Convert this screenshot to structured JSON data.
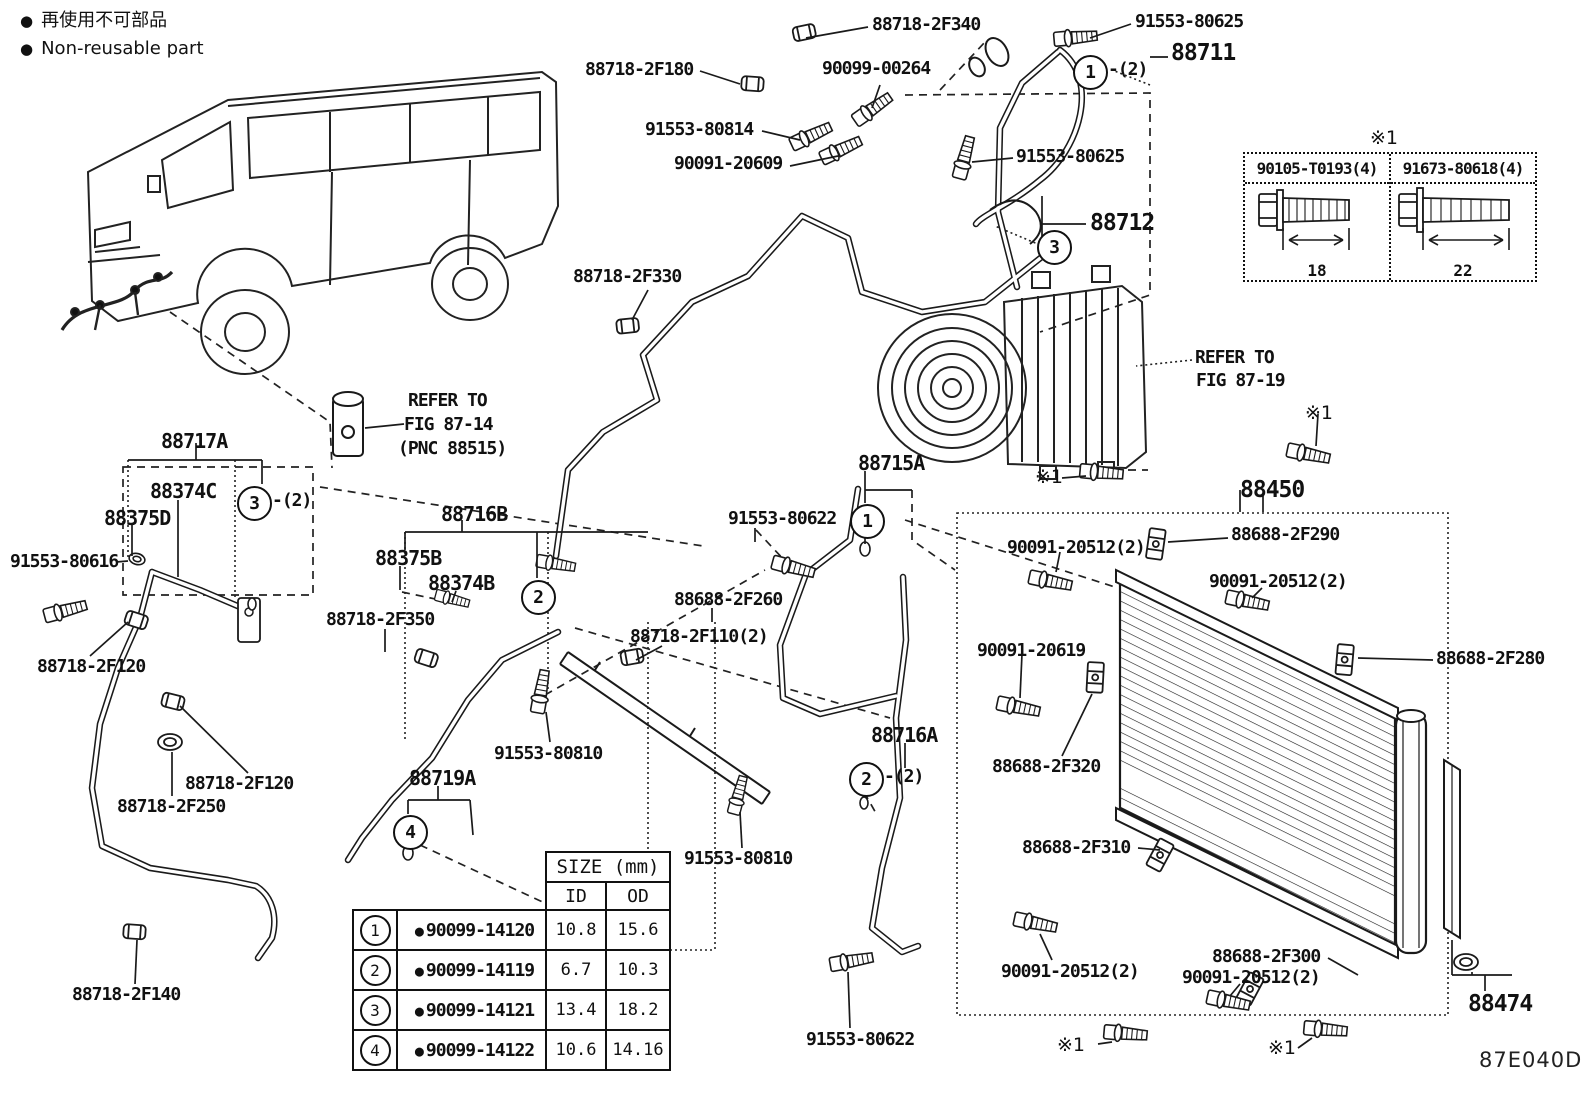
{
  "legend": {
    "bullet": "●",
    "jp": "再使用不可部品",
    "en": "Non-reusable part"
  },
  "drawing_code": "87E040D",
  "note_mark": "※1",
  "callout_suffix": "-(2)",
  "callouts": {
    "c1": "1",
    "c2": "2",
    "c3": "3",
    "c4": "4"
  },
  "refs": {
    "refer_to": "REFER TO",
    "fig_87_14": "FIG 87-14",
    "pnc_88515": "(PNC 88515)",
    "fig_87_19": "FIG 87-19"
  },
  "inset": {
    "left_part": "90105-T0193(4)",
    "right_part": "91673-80618(4)",
    "left_dim": "18",
    "right_dim": "22"
  },
  "parts": {
    "p88718_2F340": "88718-2F340",
    "p91553_80625": "91553-80625",
    "p88718_2F180": "88718-2F180",
    "p90099_00264": "90099-00264",
    "p88711": "88711",
    "p91553_80814": "91553-80814",
    "p90091_20609": "90091-20609",
    "p88712": "88712",
    "p88718_2F330": "88718-2F330",
    "p88717A": "88717A",
    "p88374C": "88374C",
    "p88375D": "88375D",
    "p91553_80616": "91553-80616",
    "p88718_2F120": "88718-2F120",
    "p88718_2F250": "88718-2F250",
    "p88718_2F140": "88718-2F140",
    "p88716B": "88716B",
    "p88375B": "88375B",
    "p88374B": "88374B",
    "p88718_2F350": "88718-2F350",
    "p91553_80810": "91553-80810",
    "p88719A": "88719A",
    "p88688_2F260": "88688-2F260",
    "p88718_2F110_2": "88718-2F110(2)",
    "p91553_80622": "91553-80622",
    "p88715A": "88715A",
    "p88716A": "88716A",
    "p88450": "88450",
    "p88688_2F290": "88688-2F290",
    "p90091_20512_2": "90091-20512(2)",
    "p88688_2F280": "88688-2F280",
    "p90091_20619": "90091-20619",
    "p88688_2F320": "88688-2F320",
    "p88688_2F310": "88688-2F310",
    "p88688_2F300": "88688-2F300",
    "p88474": "88474"
  },
  "size_table": {
    "title": "SIZE (mm)",
    "col_id": "ID",
    "col_od": "OD",
    "dot": "●",
    "rows": [
      {
        "no": "1",
        "part": "90099-14120",
        "id": "10.8",
        "od": "15.6"
      },
      {
        "no": "2",
        "part": "90099-14119",
        "id": "6.7",
        "od": "10.3"
      },
      {
        "no": "3",
        "part": "90099-14121",
        "id": "13.4",
        "od": "18.2"
      },
      {
        "no": "4",
        "part": "90099-14122",
        "id": "10.6",
        "od": "14.16"
      }
    ]
  }
}
